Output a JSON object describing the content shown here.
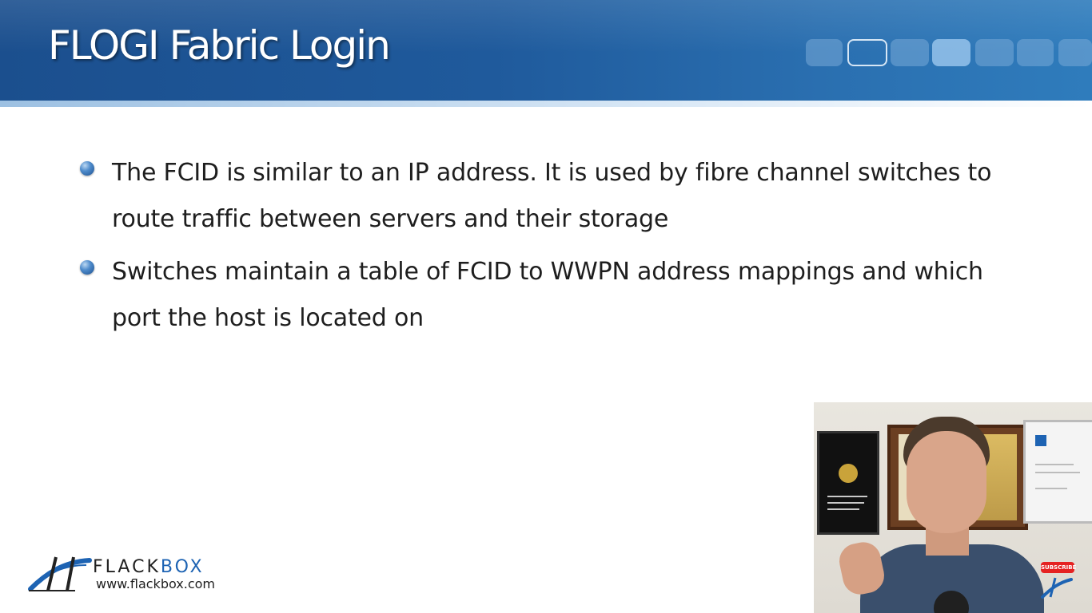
{
  "header": {
    "title": "FLOGI Fabric Login",
    "nav_blocks": [
      {
        "state": "inactive"
      },
      {
        "state": "outlined"
      },
      {
        "state": "inactive"
      },
      {
        "state": "active"
      },
      {
        "state": "inactive"
      },
      {
        "state": "inactive"
      },
      {
        "state": "inactive"
      }
    ]
  },
  "bullets": [
    {
      "text": "The FCID is similar to an IP address. It is used by fibre channel switches to route traffic between servers and their storage"
    },
    {
      "text": "Switches maintain a table of FCID to WWPN address mappings and which port the host is located on"
    }
  ],
  "logo": {
    "name_part1": "FLACK",
    "name_part2": "BOX",
    "url": "www.flackbox.com",
    "colors": {
      "dark": "#222222",
      "blue": "#1d63b3"
    }
  },
  "webcam": {
    "subscribe_label": "SUBSCRIBE"
  },
  "colors": {
    "header_blue": "#1f5a9c",
    "bullet_blue": "#4f8ccc",
    "body_text": "#1e1e1e"
  }
}
